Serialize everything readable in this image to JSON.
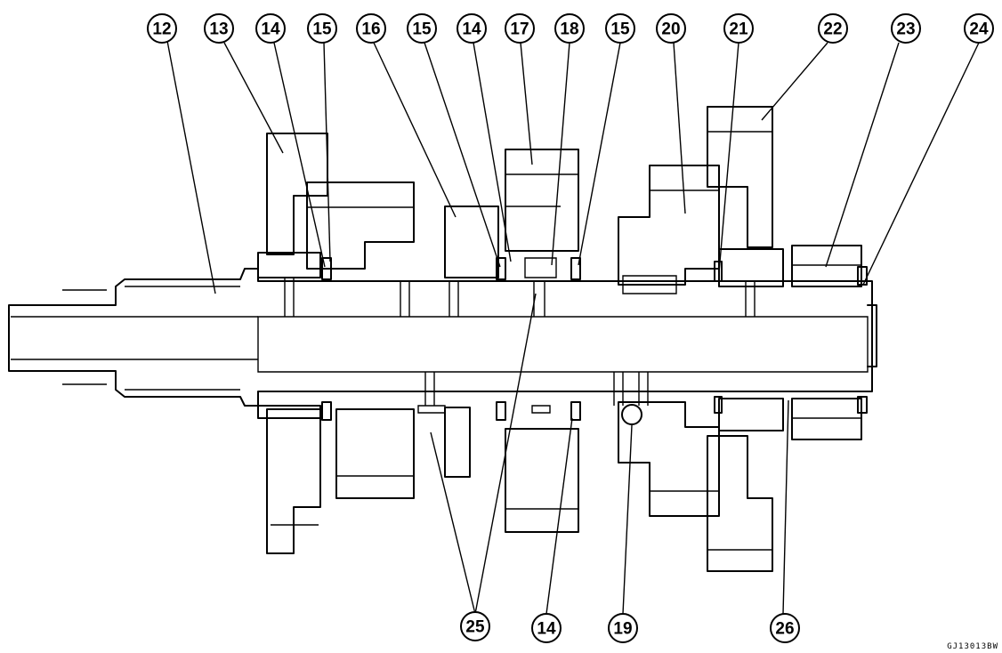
{
  "callouts": [
    {
      "id": "c12",
      "label": "12"
    },
    {
      "id": "c13",
      "label": "13"
    },
    {
      "id": "c14a",
      "label": "14"
    },
    {
      "id": "c15a",
      "label": "15"
    },
    {
      "id": "c16",
      "label": "16"
    },
    {
      "id": "c15b",
      "label": "15"
    },
    {
      "id": "c14b",
      "label": "14"
    },
    {
      "id": "c17",
      "label": "17"
    },
    {
      "id": "c18",
      "label": "18"
    },
    {
      "id": "c15c",
      "label": "15"
    },
    {
      "id": "c20",
      "label": "20"
    },
    {
      "id": "c21",
      "label": "21"
    },
    {
      "id": "c22",
      "label": "22"
    },
    {
      "id": "c23",
      "label": "23"
    },
    {
      "id": "c24",
      "label": "24"
    },
    {
      "id": "c25",
      "label": "25"
    },
    {
      "id": "c14c",
      "label": "14"
    },
    {
      "id": "c19",
      "label": "19"
    },
    {
      "id": "c26",
      "label": "26"
    }
  ],
  "figure_code": "GJ13013BW"
}
